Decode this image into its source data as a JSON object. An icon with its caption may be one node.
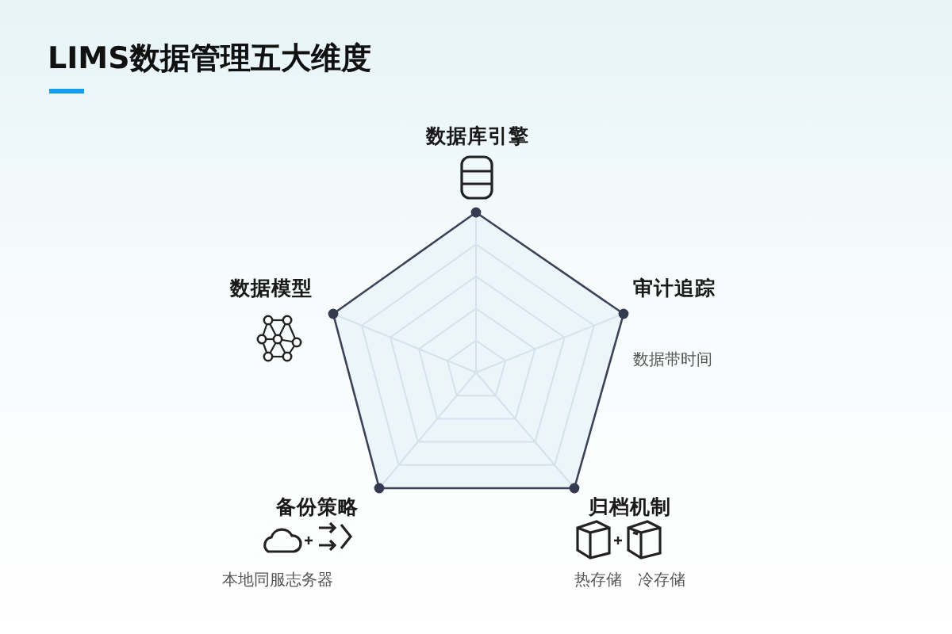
{
  "diagram": {
    "title": "LIMS数据管理五大维度",
    "nodes": [
      {
        "text": [
          "数据库引擎"
        ]
      },
      {
        "text": [
          "数据模型"
        ]
      },
      {
        "text": [
          "审计追踪",
          "数据带时间"
        ]
      },
      {
        "text": [
          "备份策略",
          "本地同服志务器"
        ]
      },
      {
        "text": [
          "归档机制",
          "热存储",
          "冷存储"
        ]
      }
    ]
  }
}
